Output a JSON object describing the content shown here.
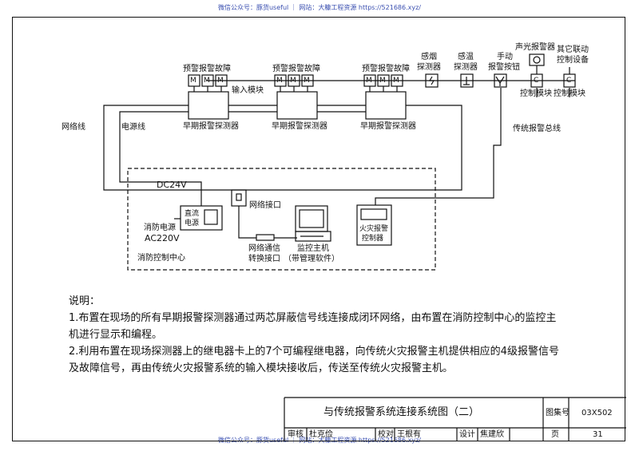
{
  "watermark": {
    "top": "微信公众号：豚货useful ｜ 网站：大糠工程资源 https://521686.xyz/",
    "bottom": "微信公众号：豚货useful ｜ 网站：大糠工程资源 https://521686.xyz/"
  },
  "diagram": {
    "top_labels": {
      "pre_alarm_fault": "预警报警故障",
      "input_module": "输入模块",
      "smoke_detector": [
        "感烟",
        "探测器"
      ],
      "heat_detector": [
        "感温",
        "探测器"
      ],
      "manual_button": [
        "手动",
        "报警按钮"
      ],
      "sound_light_alarm": "声光报警器",
      "other_linkage": [
        "其它联动",
        "控制设备"
      ],
      "control_module": "控制模块",
      "early_detector": "早期报警探测器",
      "module_letter": "M",
      "control_letter": "C"
    },
    "left_labels": {
      "network_line": "网络线",
      "power_line": "电源线",
      "traditional_bus": "传统报警总线"
    },
    "center": {
      "dc24v": "DC24V",
      "network_port": "网络接口",
      "dc_power": [
        "直流",
        "电源"
      ],
      "fire_power": [
        "消防电源",
        "AC220V"
      ],
      "control_center": "消防控制中心",
      "comm_converter": [
        "网络通信",
        "转换接口"
      ],
      "monitor_host": [
        "监控主机",
        "（带管理软件）"
      ],
      "fire_controller": [
        "火灾报警",
        "控制器"
      ]
    }
  },
  "notes": {
    "title": "说明：",
    "items": [
      "1.布置在现场的所有早期报警探测器通过两芯屏蔽信号线连接成闭环网络，由布置在消防控制中心的监控主机进行显示和编程。",
      "2.利用布置在现场探测器上的继电器卡上的7个可编程继电器，向传统火灾报警主机提供相应的4级报警信号及故障信号，再由传统火灾报警系统的输入模块接收后，传送至传统火灾报警主机。"
    ]
  },
  "title_block": {
    "drawing_title": "与传统报警系统连接系统图（二）",
    "atlas_label": "图集号",
    "atlas_no": "03X502",
    "review_label": "审核",
    "reviewer": "杜克俭",
    "check_label": "校对",
    "checker": "王根有",
    "design_label": "设计",
    "designer": "焦建欣",
    "page_label": "页",
    "page_no": "31"
  }
}
